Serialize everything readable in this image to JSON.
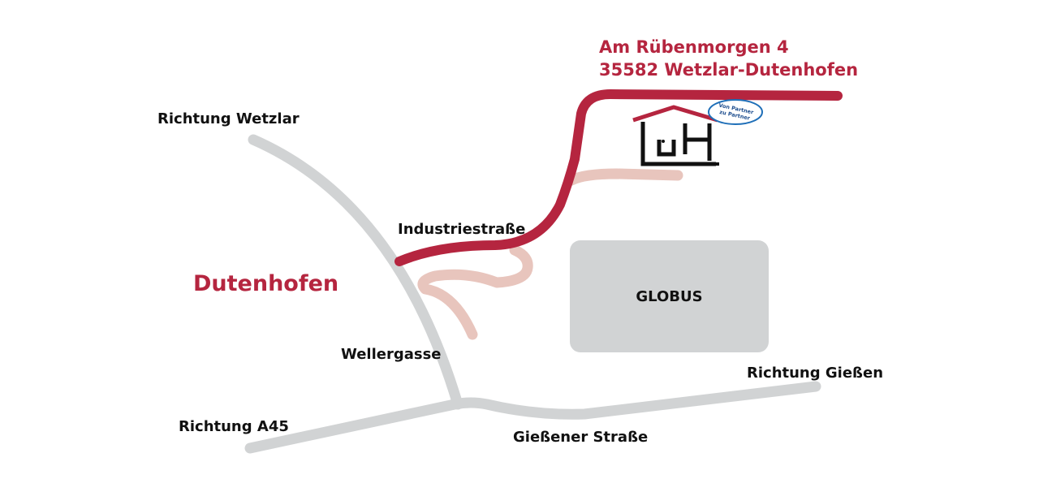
{
  "address": {
    "line1": "Am Rübenmorgen 4",
    "line2": "35582 Wetzlar-Dutenhofen"
  },
  "town_label": "Dutenhofen",
  "streets": {
    "industriestrasse": "Industriestraße",
    "wellergasse": "Wellergasse",
    "giessener_strasse": "Gießener Straße"
  },
  "directions": {
    "wetzlar": "Richtung Wetzlar",
    "a45": "Richtung A45",
    "giessen": "Richtung Gießen"
  },
  "landmark": "GLOBUS",
  "logo": {
    "badge_text_1": "Von Partner",
    "badge_text_2": "zu Partner"
  },
  "colors": {
    "route": "#b5253f",
    "road": "#d1d3d4",
    "side_road": "#e8c5bd",
    "text": "#111111"
  }
}
